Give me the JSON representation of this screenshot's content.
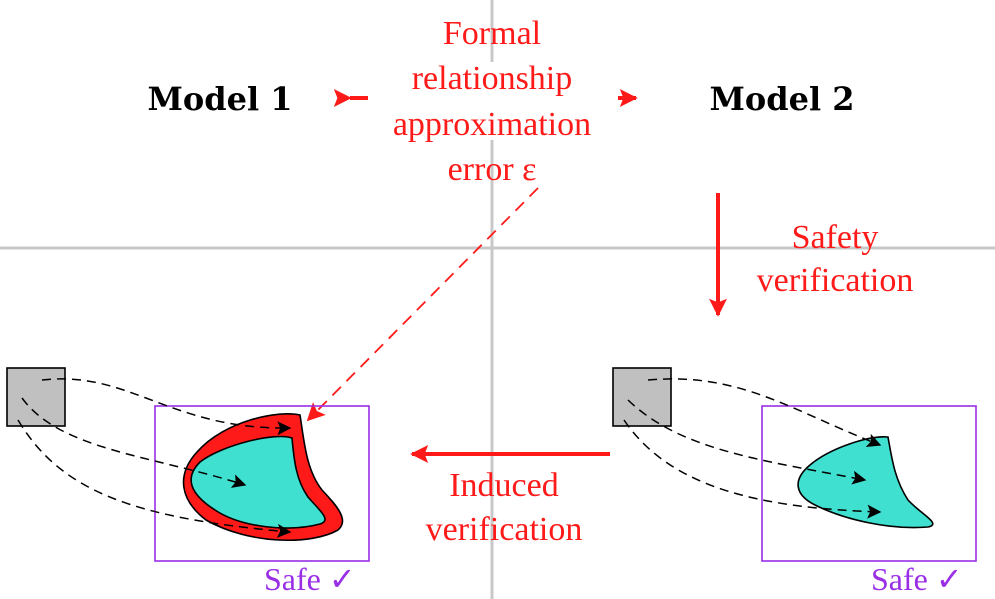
{
  "models": {
    "left": "Model 1",
    "right": "Model 2"
  },
  "relation": {
    "lines": [
      "Formal",
      "relationship",
      "approximation",
      "error ε"
    ]
  },
  "safety": {
    "lines": [
      "Safety",
      "verification"
    ]
  },
  "induced": {
    "lines": [
      "Induced",
      "verification"
    ]
  },
  "safe": {
    "left": "Safe ✓",
    "right": "Safe ✓"
  },
  "colors": {
    "accent_red": "#ff1a1a",
    "safe_purple": "#9a2ee6",
    "region_teal": "#40e0d0",
    "initial_gray": "#c0c0c0",
    "grid_gray": "#c8c8c8"
  }
}
